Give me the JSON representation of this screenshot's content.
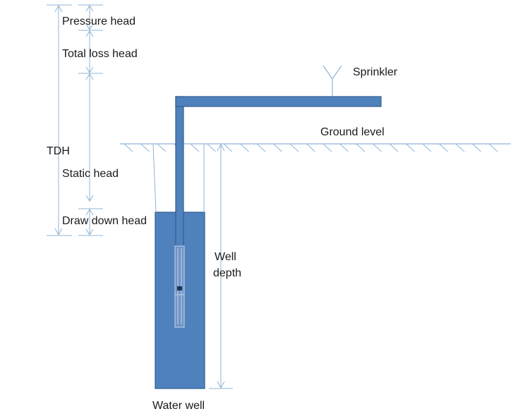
{
  "labels": {
    "pressure_head": "Pressure head",
    "total_loss_head": "Total loss head",
    "tdh": "TDH",
    "static_head": "Static head",
    "draw_down_head": "Draw down head",
    "sprinkler": "Sprinkler",
    "ground_level": "Ground level",
    "well_depth_line1": "Well",
    "well_depth_line2": "depth",
    "water_well": "Water well"
  },
  "colors": {
    "water": "#4f81bd",
    "water_outline": "#2e5d8f",
    "dimension_lines": "#8fb4d6",
    "ground": "#8fb4d6",
    "pump": "#6f93c6",
    "text": "#1a1a1a"
  }
}
